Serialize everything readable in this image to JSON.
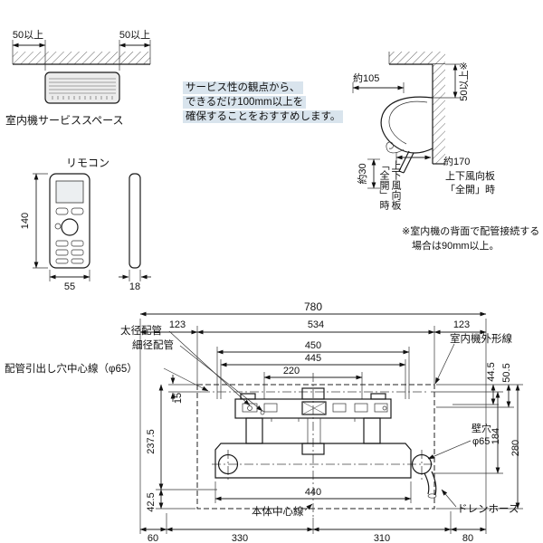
{
  "service_space": {
    "dim_left": "50以上",
    "dim_right": "50以上",
    "caption": "室内機サービススペース"
  },
  "note": {
    "line1": "サービス性の観点から、",
    "line2": "できるだけ100mm以上を",
    "line3": "確保することをおすすめします。"
  },
  "side_view": {
    "dim_depth": "約105",
    "dim_clearance": "50以上※",
    "dim_louver": "約170",
    "dim_under": "約30",
    "louver_col1": "上下風向板",
    "louver_col2": "「全開」時",
    "louver_cap1": "上下風向板",
    "louver_cap2": "「全開」時",
    "foot1": "※室内機の背面で配管接続する",
    "foot2": "場合は90mm以上。"
  },
  "remote": {
    "title": "リモコン",
    "h": "140",
    "w": "55",
    "d": "18"
  },
  "plate": {
    "d780": "780",
    "d123l": "123",
    "d534": "534",
    "d123r": "123",
    "d450": "450",
    "d445": "445",
    "d220": "220",
    "thick": "太径配管",
    "thin": "細径配管",
    "outline": "室内機外形線",
    "pipe_center": "配管引出し穴中心線（φ65）",
    "d44_5": "44.5",
    "d50_5": "50.5",
    "d15": "15",
    "d237_5": "237.5",
    "d42_5": "42.5",
    "wall1": "壁穴",
    "wall2": "φ65",
    "d184": "184",
    "d280": "280",
    "center": "本体中心線",
    "d440": "440",
    "d60": "60",
    "d330": "330",
    "d310": "310",
    "d80": "80",
    "drain": "ドレンホース"
  }
}
